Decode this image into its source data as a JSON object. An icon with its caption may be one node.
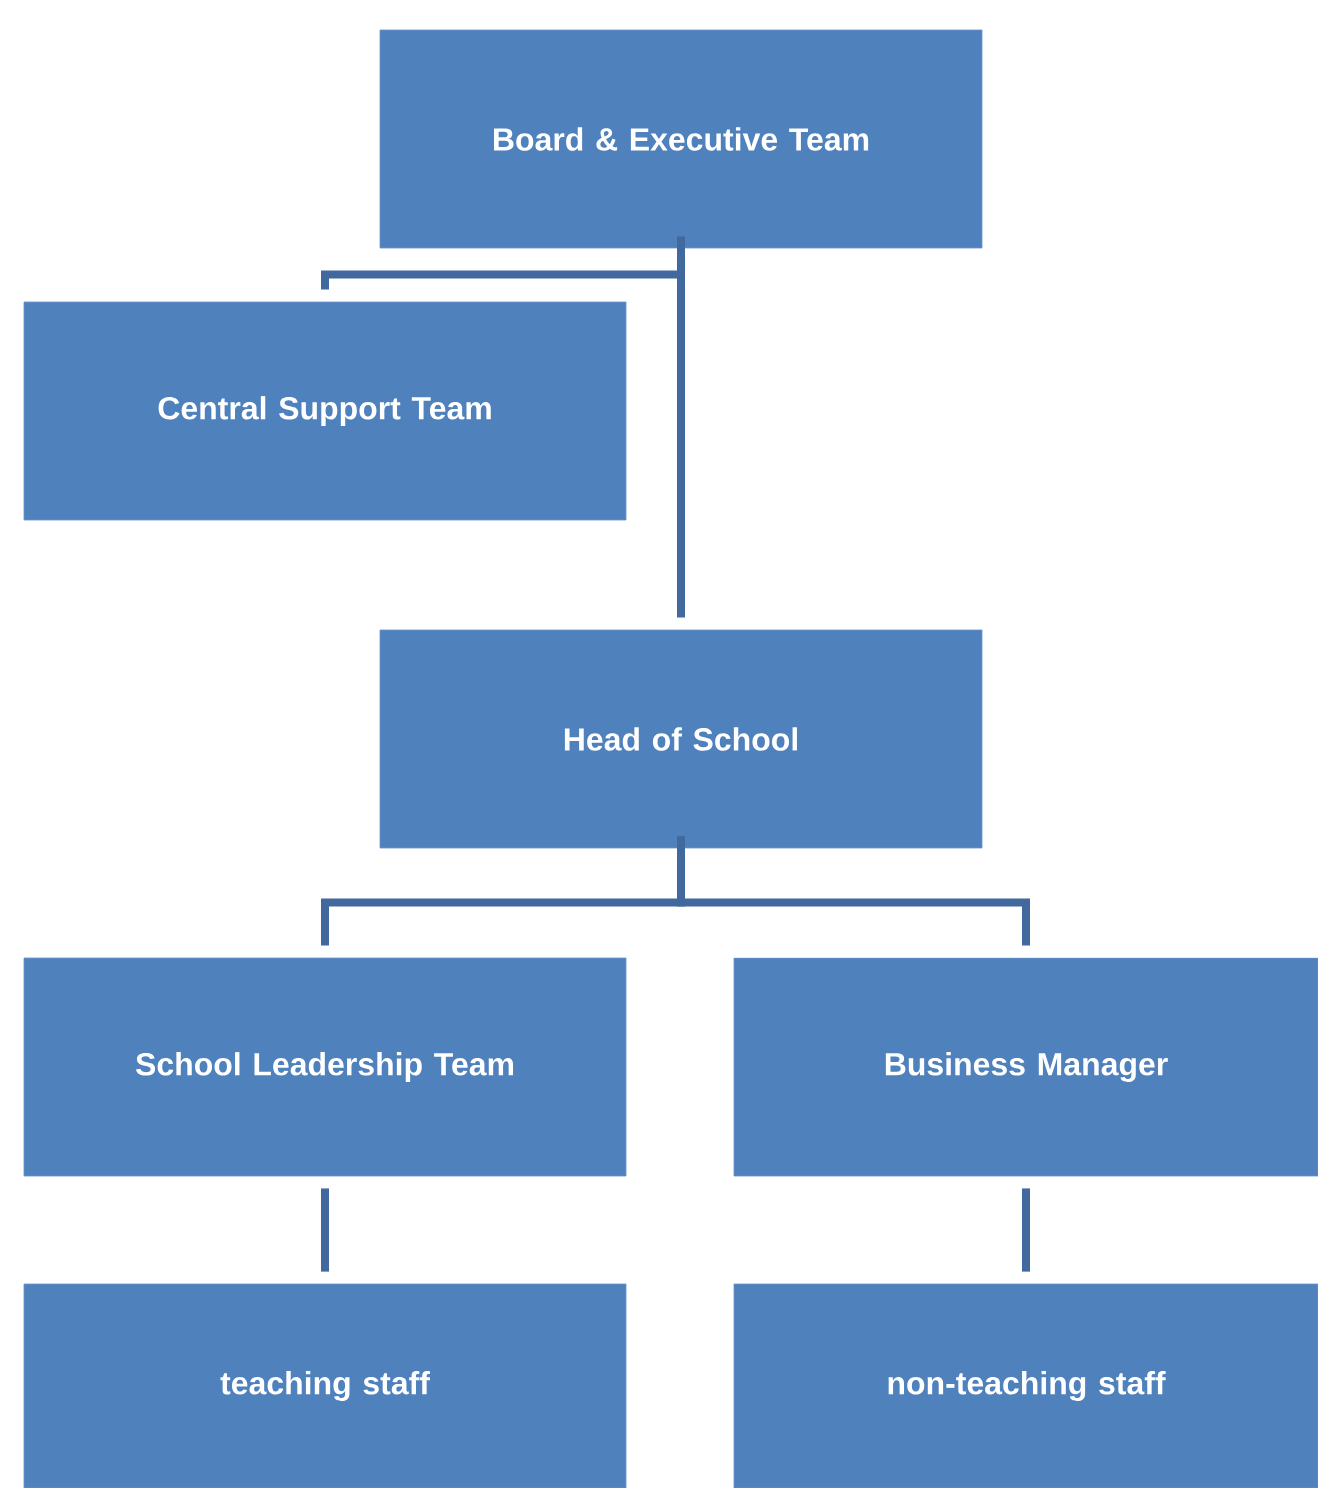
{
  "diagram": {
    "nodes": [
      {
        "text": [
          "Board & Executive Team"
        ]
      },
      {
        "text": [
          "Central Support Team"
        ]
      },
      {
        "text": [
          "Head of School"
        ]
      },
      {
        "text": [
          "School Leadership Team"
        ]
      },
      {
        "text": [
          "Business Manager"
        ]
      },
      {
        "text": [
          "teaching staff"
        ]
      },
      {
        "text": [
          "non-teaching staff"
        ]
      }
    ],
    "edges": [
      {
        "from": 0,
        "to": 2,
        "arrow": "none"
      },
      {
        "from": 0,
        "to": 1,
        "arrow": "none"
      },
      {
        "from": 2,
        "to": 3,
        "arrow": "none"
      },
      {
        "from": 2,
        "to": 4,
        "arrow": "none"
      },
      {
        "from": 3,
        "to": 5,
        "arrow": "none"
      },
      {
        "from": 4,
        "to": 6,
        "arrow": "none"
      }
    ]
  }
}
